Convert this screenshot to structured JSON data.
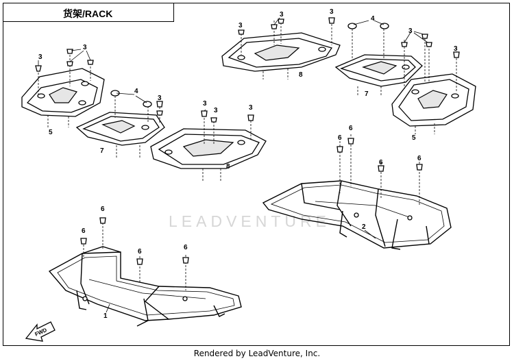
{
  "title": "货架/RACK",
  "watermark": "LEADVENTURE",
  "footer": "Rendered by LeadVenture, Inc.",
  "fwd_label": "FWD",
  "callouts": [
    "1",
    "2",
    "3",
    "4",
    "5",
    "6",
    "7",
    "8"
  ]
}
